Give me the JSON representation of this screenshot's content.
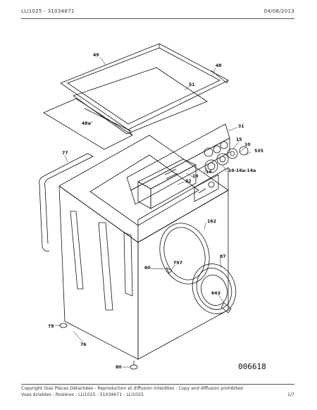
{
  "header": {
    "left": "LLI1025 - 31034671",
    "right": "04/08/2013"
  },
  "diagram": {
    "part_labels": [
      "49",
      "48",
      "51",
      "48a",
      "31",
      "15",
      "10",
      "535",
      "77",
      "19",
      "14",
      "32",
      "16-16a-14a",
      "162",
      "87",
      "797",
      "60",
      "643",
      "79",
      "76",
      "80"
    ],
    "stamp": "006618"
  },
  "footer": {
    "copyright": "Copyright Gias Pièces Détachées - Reproduction et diffusion interdites - Copy and diffusion prohibited",
    "line2": "Vues éclatées - Rosières - LLI1025 - 31034671 - LLI1025",
    "page": "1/7"
  }
}
